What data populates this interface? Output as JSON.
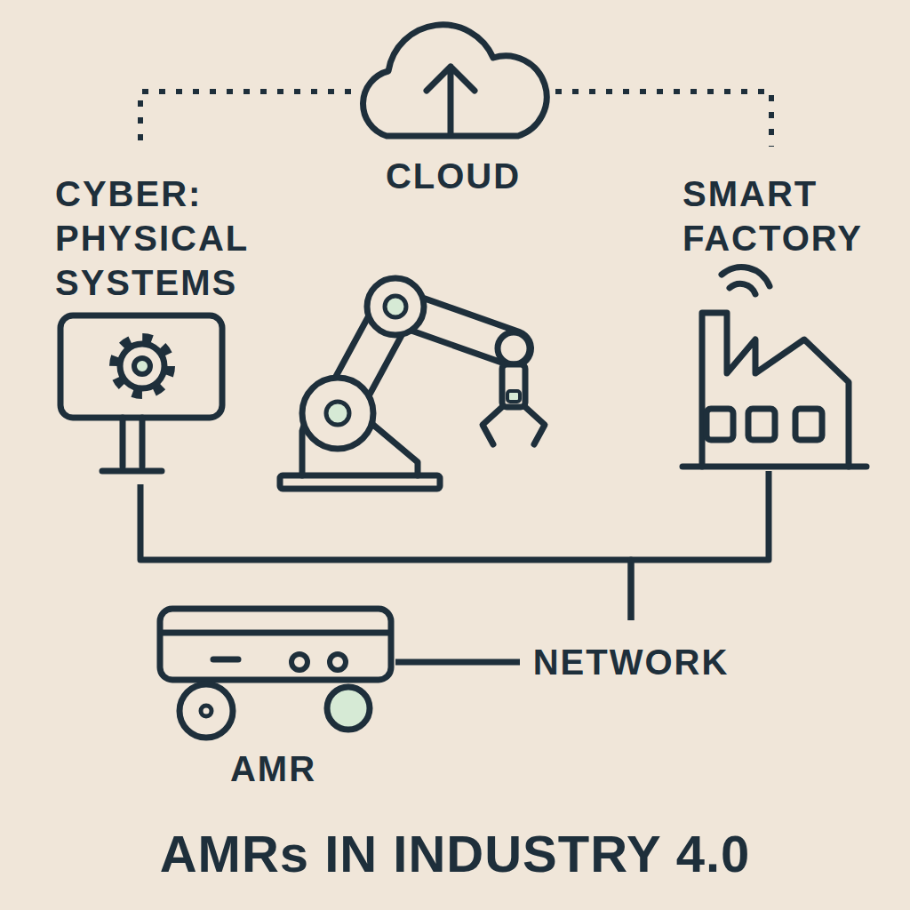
{
  "diagram": {
    "title": "AMRs IN INDUSTRY 4.0",
    "nodes": [
      {
        "text": [
          "CLOUD"
        ]
      },
      {
        "text": [
          "CYBER: PHYSICAL SYSTEMS"
        ]
      },
      {
        "text": [
          "SMART FACTORY"
        ]
      },
      {
        "text": [
          "AMR"
        ]
      },
      {
        "text": [
          "NETWORK"
        ]
      }
    ],
    "edges": [
      {
        "from": 0,
        "to": 1,
        "arrow": "none"
      },
      {
        "from": 0,
        "to": 2,
        "arrow": "none"
      },
      {
        "from": 1,
        "to": 4,
        "arrow": "none"
      },
      {
        "from": 2,
        "to": 4,
        "arrow": "none"
      },
      {
        "from": 3,
        "to": 4,
        "arrow": "none"
      }
    ]
  }
}
